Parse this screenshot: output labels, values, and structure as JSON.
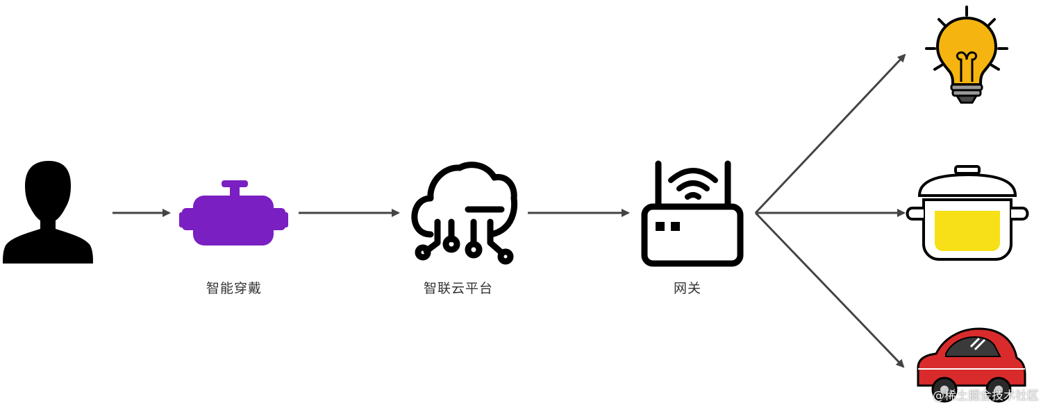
{
  "nodes": {
    "user": {
      "icon": "user-silhouette-icon",
      "label": ""
    },
    "wearable": {
      "icon": "vr-headset-icon",
      "label": "智能穿戴"
    },
    "cloud": {
      "icon": "cloud-network-icon",
      "label": "智联云平台"
    },
    "gateway": {
      "icon": "router-icon",
      "label": "网关"
    },
    "devices": [
      {
        "icon": "light-bulb-icon"
      },
      {
        "icon": "cooking-pot-icon"
      },
      {
        "icon": "car-icon"
      }
    ]
  },
  "watermark": "@稀土掘金技术社区",
  "colors": {
    "arrow": "#444444",
    "headset": "#7a1fc2",
    "bulb": "#f5b40f",
    "pot_liquid": "#f7e017",
    "car": "#d92b2b",
    "car_window": "#3a3a3a"
  }
}
